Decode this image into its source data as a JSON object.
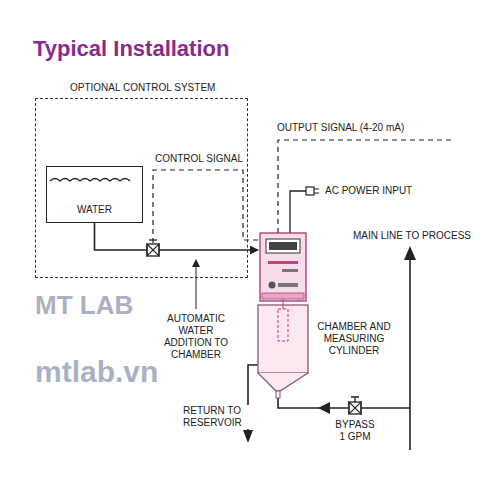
{
  "diagram": {
    "title": "Typical Installation",
    "nodes": [
      {
        "text": [
          "OPTIONAL CONTROL SYSTEM"
        ]
      },
      {
        "text": [
          "WATER"
        ],
        "in": 0
      },
      {
        "text": [
          "CHAMBER AND MEASURING CYLINDER"
        ]
      }
    ],
    "edges": [
      {
        "from": 1,
        "to": 2,
        "arrow": "to"
      }
    ],
    "labels": [
      "OUTPUT SIGNAL (4-20 mA)",
      "CONTROL SIGNAL",
      "AC POWER INPUT",
      "MAIN LINE TO PROCESS",
      "AUTOMATIC WATER ADDITION TO CHAMBER",
      "RETURN TO RESERVOIR",
      "BYPASS 1 GPM",
      "MT LAB",
      "mtlab.vn"
    ]
  }
}
